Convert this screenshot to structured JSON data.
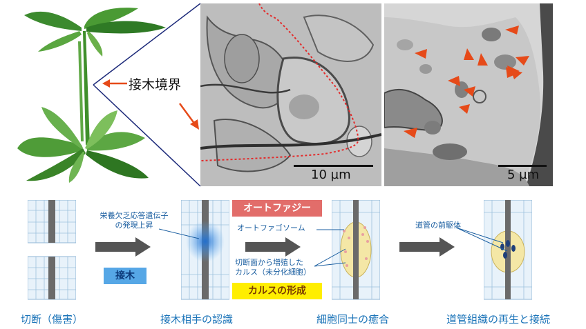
{
  "top": {
    "graft_boundary_label": "接木境界",
    "scale_left": "10 µm",
    "scale_right": "5 µm"
  },
  "stages": {
    "s1": "切断（傷害）",
    "s2": "接木相手の認識",
    "s3": "細胞同士の癒合",
    "s4": "道管組織の再生と接続"
  },
  "annotations": {
    "stress_genes_line1": "栄養欠乏応答遺伝子",
    "stress_genes_line2": "の発現上昇",
    "grafting": "接木",
    "autophagy": "オートファジー",
    "autophagosome": "オートファゴソーム",
    "callus_line1": "切断面から増殖した",
    "callus_line2": "カルス（未分化細胞）",
    "callus_formation": "カルスの形成",
    "xylem_precursor": "道管の前駆体"
  },
  "colors": {
    "label_blue": "#1a73b8",
    "badge_blue": "#56a7e6",
    "badge_red": "#e26d6a",
    "badge_yellow": "#ffee00",
    "marker_red": "#e64a19",
    "frame_navy": "#1d2a7a",
    "big_arrow": "#555555"
  }
}
